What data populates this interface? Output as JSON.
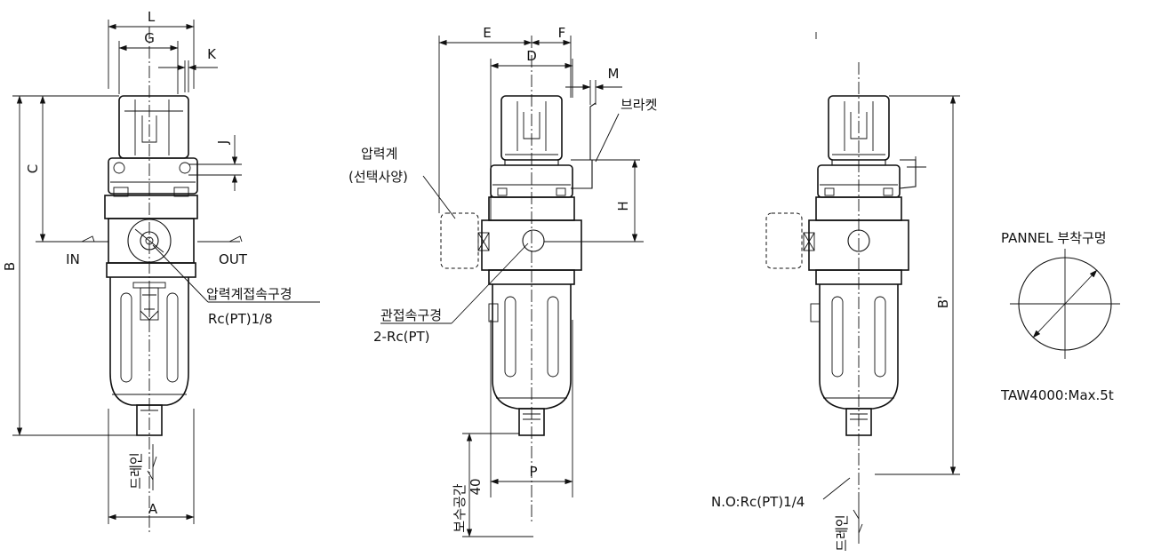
{
  "dimension_labels": {
    "L": "L",
    "G": "G",
    "K": "K",
    "J": "J",
    "C": "C",
    "B": "B",
    "A": "A",
    "E": "E",
    "F": "F",
    "D": "D",
    "M": "M",
    "H": "H",
    "P": "P",
    "B_prime": "B'"
  },
  "port_labels": {
    "in": "IN",
    "out": "OUT"
  },
  "callouts": {
    "gauge_port_line1": "압력계접속구경",
    "gauge_port_line2": "Rc(PT)1/8",
    "drain_left": "드레인",
    "gauge_line1": "압력계",
    "gauge_line2": "(선택사양)",
    "bracket": "브라켓",
    "pipe_port_line1": "관접속구경",
    "pipe_port_line2": "2-Rc(PT)",
    "maintenance_space": "보수공간",
    "maintenance_value": "40",
    "normally_open": "N.O:Rc(PT)1/4",
    "drain_right": "드레인"
  },
  "panel": {
    "title": "PANNEL 부착구멍",
    "note": "TAW4000:Max.5t"
  }
}
